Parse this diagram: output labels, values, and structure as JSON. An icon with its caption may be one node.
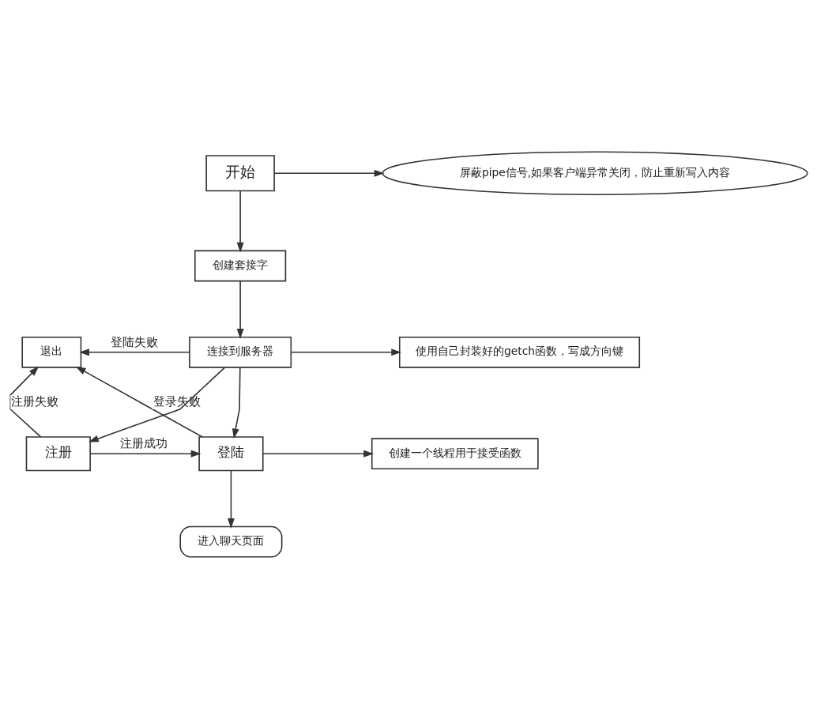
{
  "diagram": {
    "nodes": [
      {
        "text": [
          "开始"
        ]
      },
      {
        "text": [
          "屏蔽pipe信号,如果客户端异常关闭，防止重新写入内容"
        ]
      },
      {
        "text": [
          "创建套接字"
        ]
      },
      {
        "text": [
          "连接到服务器"
        ]
      },
      {
        "text": [
          "退出"
        ]
      },
      {
        "text": [
          "使用自己封装好的getch函数，写成方向键"
        ]
      },
      {
        "text": [
          "注册"
        ]
      },
      {
        "text": [
          "登陆"
        ]
      },
      {
        "text": [
          "创建一个线程用于接受函数"
        ]
      },
      {
        "text": [
          "进入聊天页面"
        ]
      }
    ],
    "edges": [
      {
        "from": 0,
        "to": 1,
        "arrow": "to"
      },
      {
        "from": 0,
        "to": 2,
        "arrow": "to"
      },
      {
        "from": 2,
        "to": 3,
        "arrow": "to"
      },
      {
        "from": 3,
        "to": 4,
        "arrow": "to",
        "label": "登陆失败"
      },
      {
        "from": 3,
        "to": 5,
        "arrow": "to"
      },
      {
        "from": 3,
        "to": 6,
        "arrow": "to"
      },
      {
        "from": 3,
        "to": 7,
        "arrow": "to"
      },
      {
        "from": 6,
        "to": 7,
        "arrow": "to",
        "label": "注册成功"
      },
      {
        "from": 6,
        "to": 4,
        "arrow": "to",
        "label": "注册失败"
      },
      {
        "from": 7,
        "to": 4,
        "arrow": "to",
        "label": "登录失败"
      },
      {
        "from": 7,
        "to": 8,
        "arrow": "to"
      },
      {
        "from": 7,
        "to": 9,
        "arrow": "to"
      }
    ]
  }
}
